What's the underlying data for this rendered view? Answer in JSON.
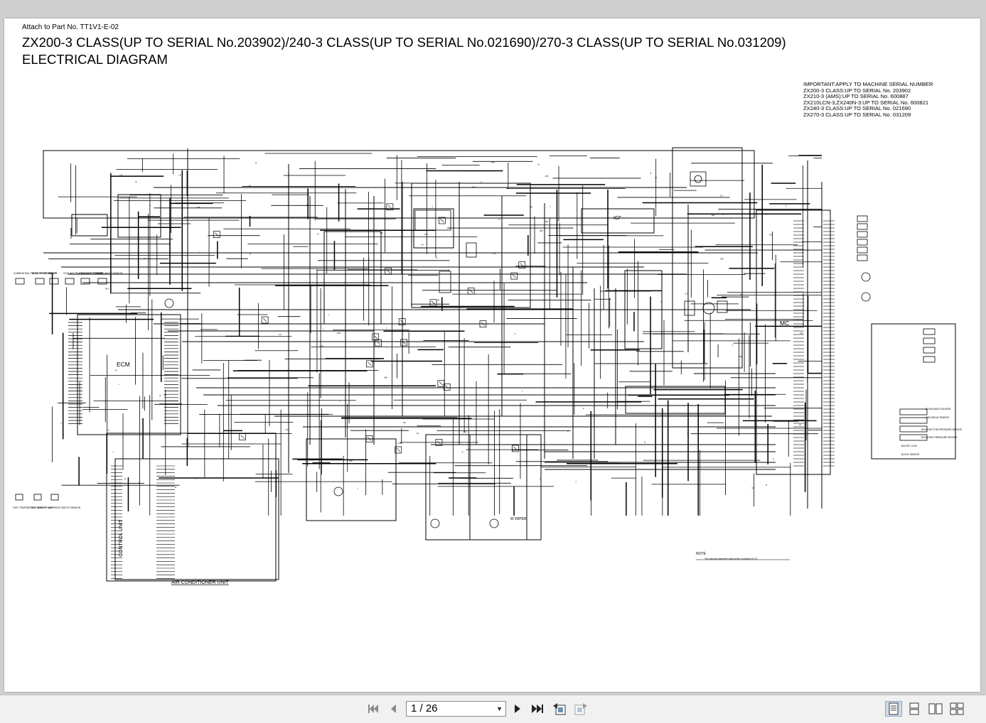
{
  "document": {
    "attach_note": "Attach to Part No. TT1V1-E-02",
    "title_line1": "ZX200-3 CLASS(UP TO SERIAL No.203902)/240-3 CLASS(UP TO SERIAL No.021690)/270-3 CLASS(UP TO SERIAL No.031209)",
    "title_line2": "ELECTRICAL DIAGRAM",
    "important_lines": [
      "IMPORTANT:APPLY TO MACHINE SERIAL NUMBER",
      "ZX200-3 CLASS:UP TO SERIAL No. 203902",
      "ZX210-3 (AMS):UP TO SERIAL No. 600887",
      "ZX210LCN-3,ZX240N-3:UP TO SERIAL No. 600821",
      "ZX240-3 CLASS:UP TO SERIAL No. 021690",
      "ZX270-3 CLASS:UP TO SERIAL No. 031209"
    ]
  },
  "diagram": {
    "ecm_label": "ECM",
    "mc_label": "MC",
    "icf_label": "ICF",
    "air_conditioner_label": "AIR CONDITIONER UNIT",
    "control_unit_label": "CONTROL UNIT",
    "wiper_label": "W WIPER",
    "note_label": "NOTE",
    "note_text": "The harness diameter without the comment is 0.5",
    "sensor_labels": [
      "COMMON RAIL PRESSURE SENSOR",
      "BOOST TEMP SENSOR",
      "BOOST",
      "COOLANT TEMPERATURE SENSOR",
      "CAM ANGLE SENSOR",
      "CRANK ANGLE SENSOR"
    ],
    "right_sensor_labels": [
      "BOOM ANGLE SENSOR",
      "ARM ANGLE SENSOR",
      "BOOM BOTTOM PRESSURE SENSOR",
      "BOOM ROD PRESSURE SENSOR",
      "BUCKET LOCK",
      "BLOCK SENSOR"
    ],
    "bottom_left_labels": [
      "FUEL TEMPERATURE SENSOR",
      "SCV SUPPLY PUMP",
      "OVERHEAT SWITCH SENSOR"
    ]
  },
  "toolbar": {
    "page_current": "1 / 26",
    "first_icon": "first-page-icon",
    "prev_icon": "previous-page-icon",
    "next_icon": "next-page-icon",
    "last_icon": "last-page-icon",
    "back_icon": "previous-view-icon",
    "forward_icon": "next-view-icon",
    "views": [
      "single-page-view-icon",
      "continuous-view-icon",
      "facing-view-icon",
      "continuous-facing-view-icon"
    ]
  }
}
